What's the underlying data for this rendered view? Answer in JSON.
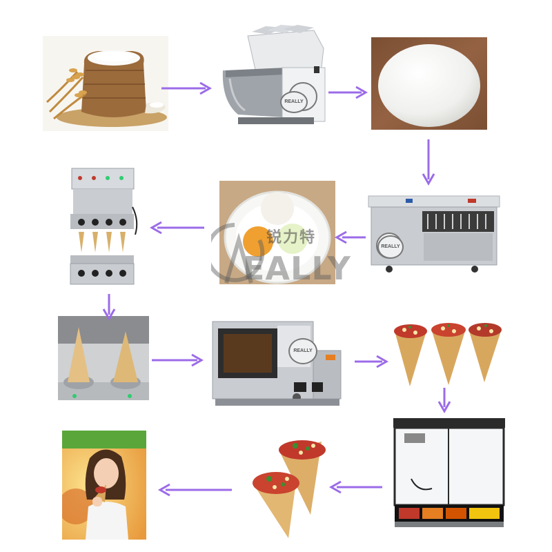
{
  "brand": {
    "plate_label": "REALLY",
    "watermark_cjk": "锐力特",
    "watermark_latin": "EALLY",
    "watermark_initial": "R"
  },
  "steps": [
    {
      "id": "flour",
      "icon": "flour-sack-wheat-icon"
    },
    {
      "id": "dough-mixer",
      "icon": "dough-mixer-icon"
    },
    {
      "id": "dough-ball",
      "icon": "dough-ball-icon"
    },
    {
      "id": "dough-divider",
      "icon": "dough-divider-machine-icon"
    },
    {
      "id": "dough-portions",
      "icon": "dough-balls-plate-icon"
    },
    {
      "id": "cone-forming-machine",
      "icon": "cone-forming-machine-icon"
    },
    {
      "id": "cone-molds",
      "icon": "cone-molds-icon"
    },
    {
      "id": "cone-oven",
      "icon": "cone-oven-icon"
    },
    {
      "id": "filled-cones",
      "icon": "filled-pizza-cones-icon"
    },
    {
      "id": "display-warmer",
      "icon": "display-warmer-cabinet-icon"
    },
    {
      "id": "served-cones",
      "icon": "served-pizza-cones-icon"
    },
    {
      "id": "customer-eating",
      "icon": "customer-eating-icon"
    }
  ],
  "colors": {
    "arrow": "#9b6be8",
    "steel": "#c9ccd0",
    "dough": "#f2f2f0",
    "cone": "#d8b06a"
  }
}
